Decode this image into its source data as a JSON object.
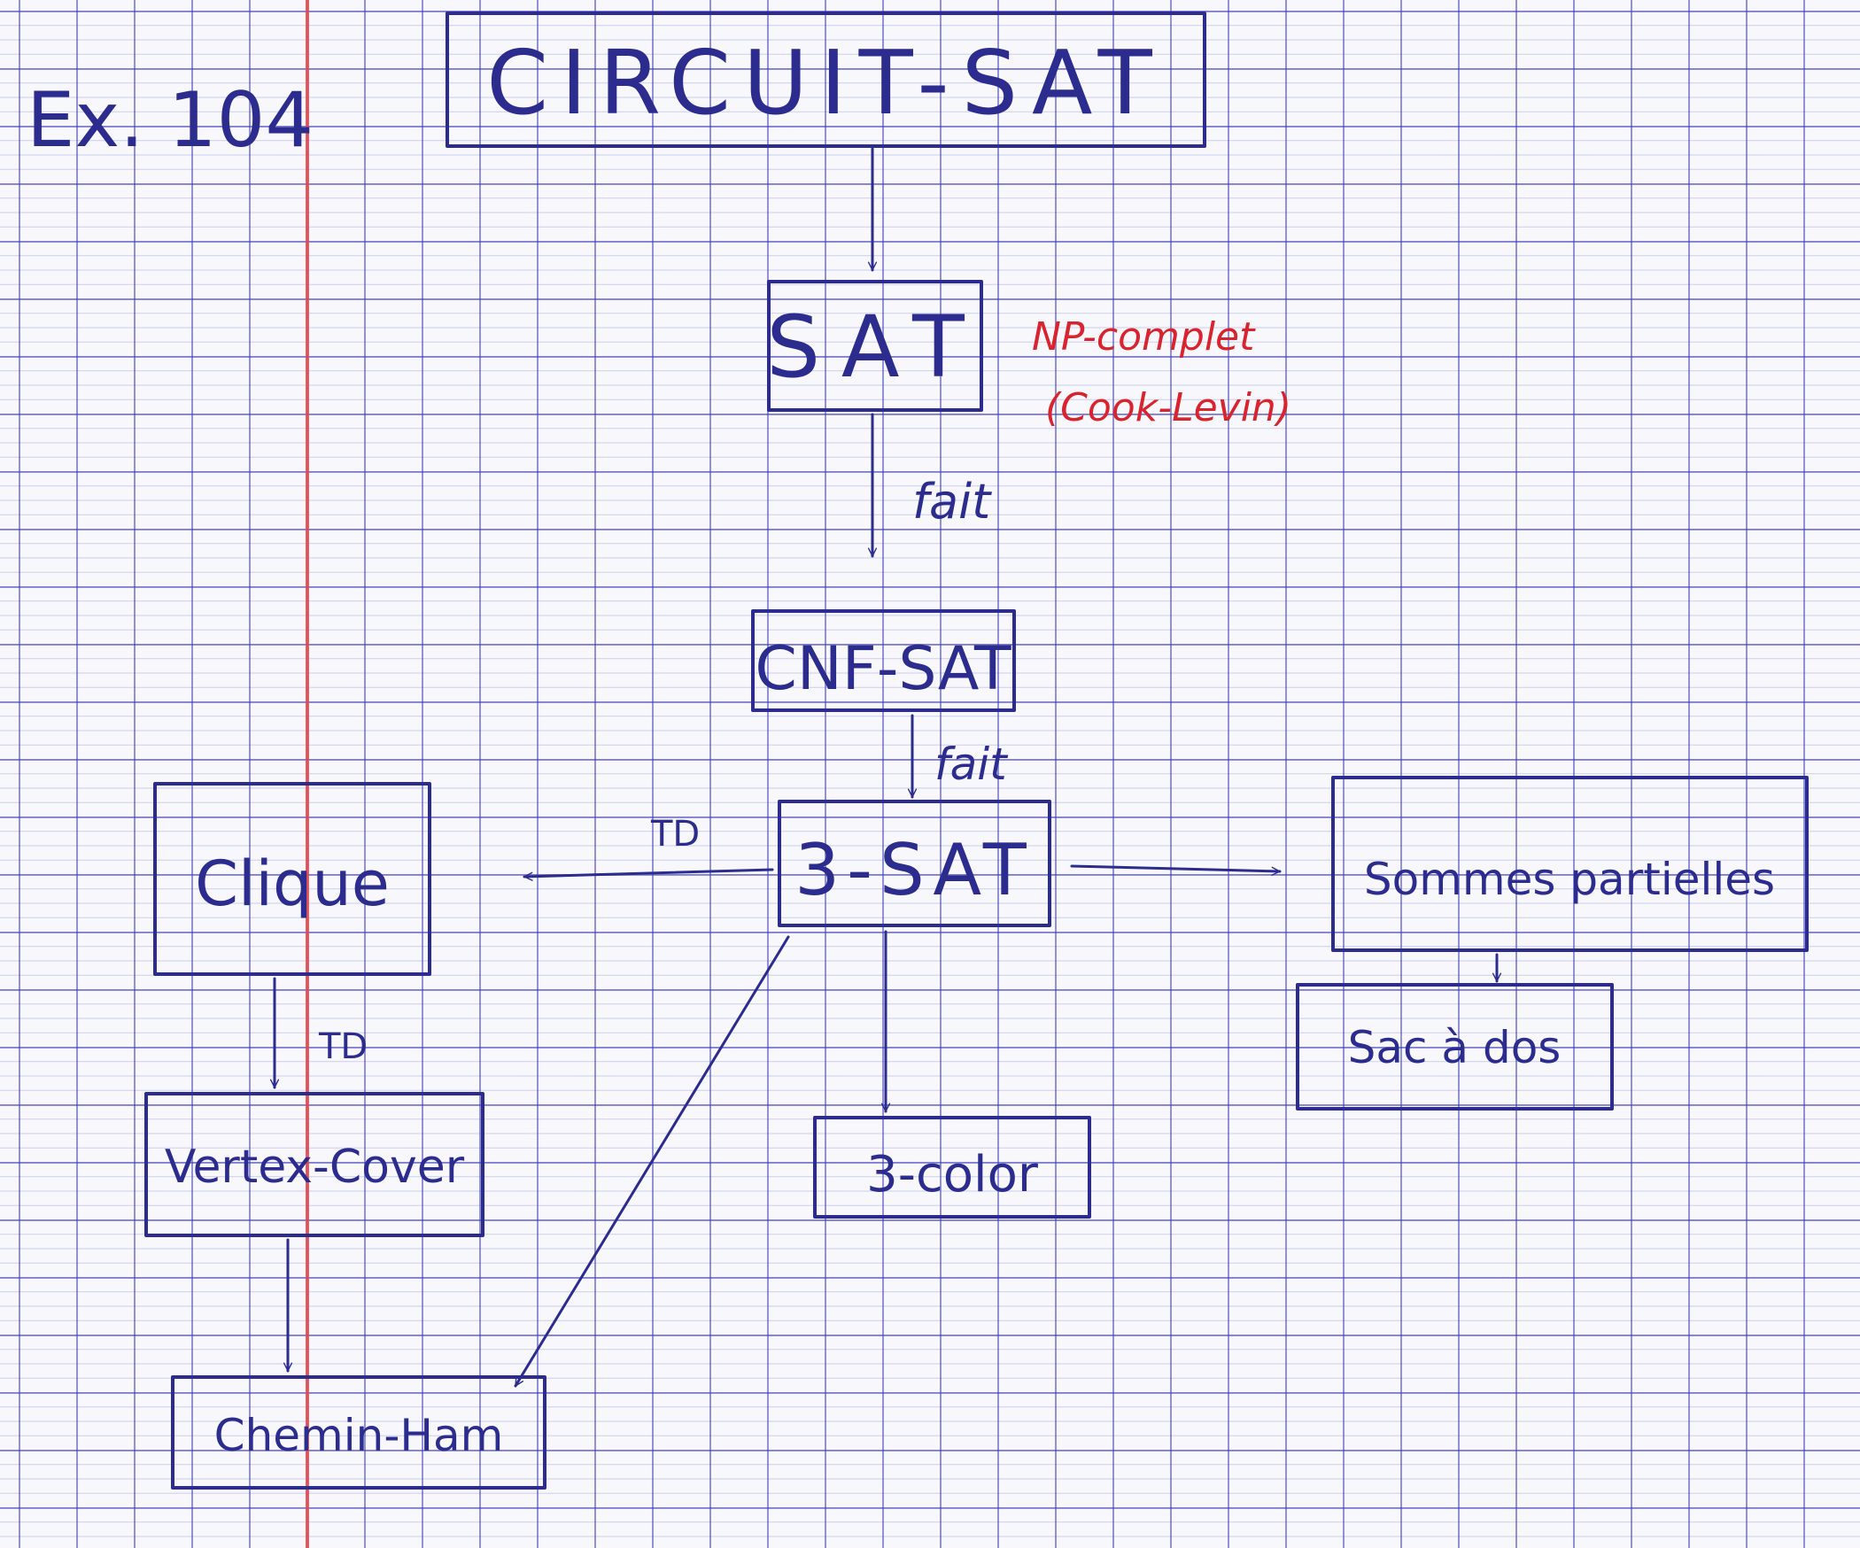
{
  "header": {
    "exercise_label": "Ex. 104"
  },
  "nodes": {
    "circuit_sat": "CIRCUIT-SAT",
    "sat": "SAT",
    "cnf_sat": "CNF-SAT",
    "three_sat": "3-SAT",
    "clique": "Clique",
    "vertex_cover": "Vertex-Cover",
    "chemin_ham": "Chemin-Ham",
    "sommes_partielles": "Sommes partielles",
    "sac_a_dos": "Sac à dos",
    "three_color": "3-color"
  },
  "annotations": {
    "np_complet": "NP-complet",
    "cook_levin": "(Cook-Levin)"
  },
  "edge_labels": {
    "sat_to_cnf": "fait",
    "cnf_to_3sat": "fait",
    "three_sat_to_clique": "TD",
    "clique_to_vertex_cover": "TD"
  },
  "colors": {
    "ink": "#2c2c8e",
    "annotation": "#d8242e",
    "margin_line": "#eb4646"
  }
}
